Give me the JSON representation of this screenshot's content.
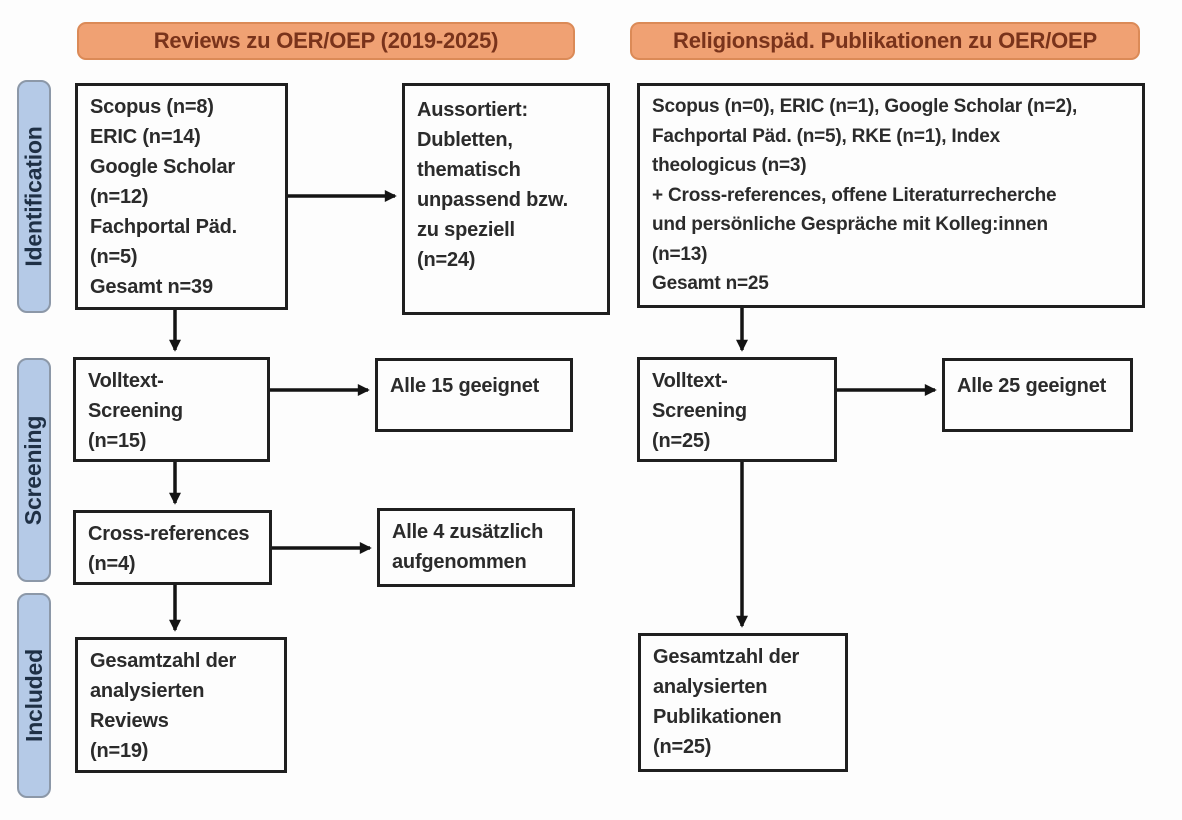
{
  "diagram": {
    "headers": {
      "left": "Reviews zu OER/OEP (2019-2025)",
      "right": "Religionspäd. Publikationen zu OER/OEP"
    },
    "stages": [
      {
        "label": "Identification"
      },
      {
        "label": "Screening"
      },
      {
        "label": "Included"
      }
    ],
    "left": {
      "sources": "Scopus (n=8)\nERIC (n=14)\nGoogle Scholar\n(n=12)\nFachportal Päd.\n(n=5)\nGesamt n=39",
      "excluded": "Aussortiert:\nDubletten,\nthematisch\nunpassend bzw.\nzu speziell\n(n=24)",
      "screening": "Volltext-\nScreening\n(n=15)",
      "eligible": "Alle 15 geeignet",
      "crossref": "Cross-references\n(n=4)",
      "added": "Alle 4 zusätzlich\naufgenommen",
      "total": "Gesamtzahl der\nanalysierten\nReviews\n(n=19)"
    },
    "right": {
      "sources": "Scopus (n=0), ERIC (n=1), Google Scholar (n=2),\nFachportal Päd. (n=5), RKE (n=1), Index\ntheologicus (n=3)\n+ Cross-references, offene Literaturrecherche\nund persönliche Gespräche mit Kolleg:innen\n(n=13)\nGesamt n=25",
      "screening": "Volltext-\nScreening\n(n=25)",
      "eligible": "Alle 25 geeignet",
      "total": "Gesamtzahl der\nanalysierten\nPublikationen\n(n=25)"
    },
    "colors": {
      "header_fill": "#F0A173",
      "header_border": "#DB8A57",
      "header_text": "#79331B",
      "stage_fill": "#B5CAE7",
      "stage_border": "#8C98A8",
      "stage_text": "#1F3045",
      "box_border": "#1F1F1F",
      "box_text": "#2B2B2B",
      "arrow": "#141414"
    }
  }
}
